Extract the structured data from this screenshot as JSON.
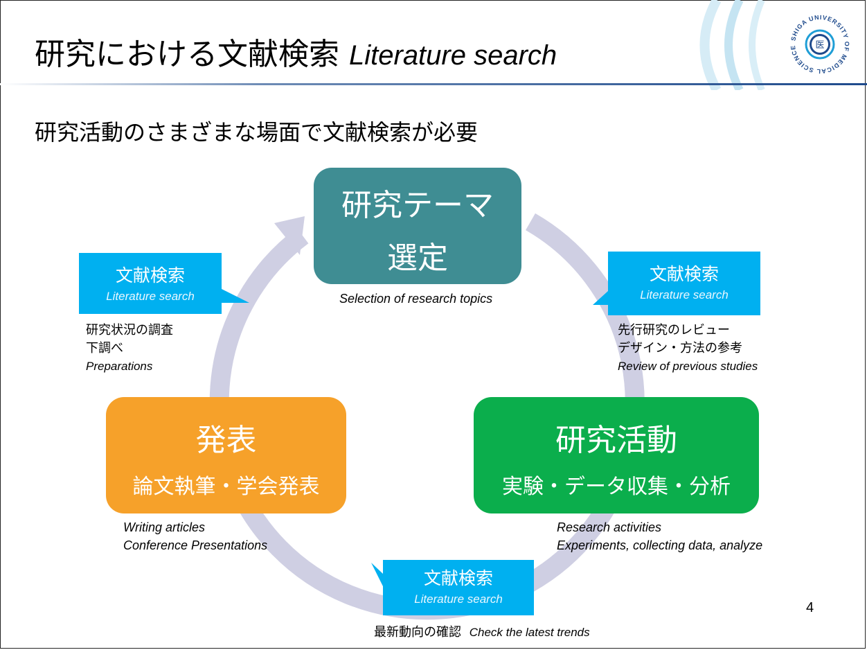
{
  "slide": {
    "title_jp": "研究における文献検索",
    "title_en": "Literature search",
    "subtitle": "研究活動のさまざまな場面で文献検索が必要",
    "page_number": "4",
    "logo_text": "SHIGA UNIVERSITY OF MEDICAL SCIENCE",
    "logo_mark": "医"
  },
  "stages": {
    "theme": {
      "line1": "研究テーマ",
      "line2": "選定",
      "caption": "Selection of research topics"
    },
    "activity": {
      "line1": "研究活動",
      "line2": "実験・データ収集・分析",
      "caption1": "Research activities",
      "caption2": "Experiments, collecting data, analyze"
    },
    "publication": {
      "line1": "発表",
      "line2": "論文執筆・学会発表",
      "caption1": "Writing articles",
      "caption2": "Conference Presentations"
    }
  },
  "callouts": {
    "left": {
      "jp": "文献検索",
      "en": "Literature search",
      "note1": "研究状況の調査",
      "note2": "下調べ",
      "note3": "Preparations"
    },
    "right": {
      "jp": "文献検索",
      "en": "Literature search",
      "note1": "先行研究のレビュー",
      "note2": "デザイン・方法の参考",
      "note3": "Review of previous studies"
    },
    "bottom": {
      "jp": "文献検索",
      "en": "Literature search",
      "note_jp": "最新動向の確認",
      "note_en": "Check the latest trends"
    }
  },
  "colors": {
    "theme_box": "#3f8d93",
    "activity_box": "#0bae4c",
    "publication_box": "#f6a12a",
    "callout": "#00b0f0",
    "cycle_arrow": "#cfcfe3",
    "accent": "#1e4a8c"
  }
}
